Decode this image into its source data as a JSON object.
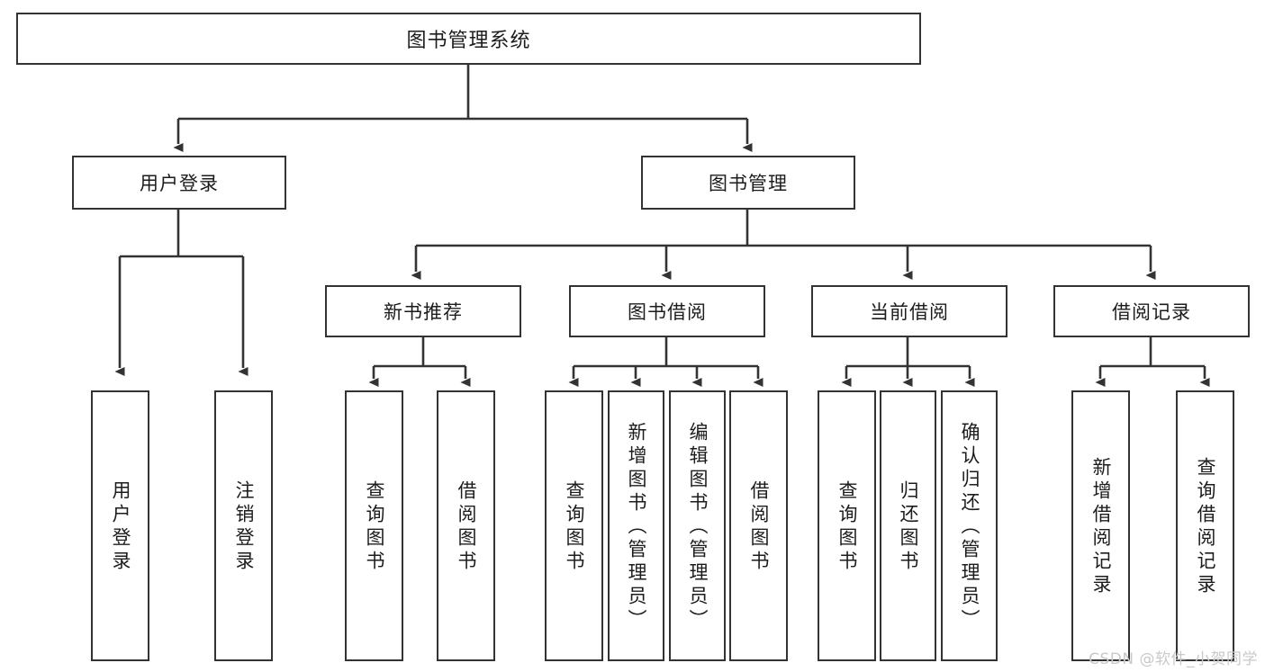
{
  "diagram": {
    "kind": "function-tree",
    "title": "图书管理系统",
    "watermark": "CSDN @软件_小贺同学",
    "colors": {
      "border": "#333333",
      "background": "#ffffff",
      "text": "#1c1c1c",
      "watermark": "#c9c9c9"
    },
    "nodes": {
      "root": {
        "label": "图书管理系统"
      },
      "level2": [
        {
          "id": "user-login",
          "label": "用户登录"
        },
        {
          "id": "book-manage",
          "label": "图书管理"
        }
      ],
      "level3": [
        {
          "id": "new-book-recommend",
          "label": "新书推荐"
        },
        {
          "id": "book-borrow",
          "label": "图书借阅"
        },
        {
          "id": "current-borrow",
          "label": "当前借阅"
        },
        {
          "id": "borrow-record",
          "label": "借阅记录"
        }
      ],
      "leaves": [
        {
          "id": "leaf-user-login",
          "label": "用户登录",
          "parent": "user-login"
        },
        {
          "id": "leaf-logout",
          "label": "注销登录",
          "parent": "user-login"
        },
        {
          "id": "leaf-query-book-1",
          "label": "查询图书",
          "parent": "new-book-recommend"
        },
        {
          "id": "leaf-borrow-book-1",
          "label": "借阅图书",
          "parent": "new-book-recommend"
        },
        {
          "id": "leaf-query-book-2",
          "label": "查询图书",
          "parent": "book-borrow"
        },
        {
          "id": "leaf-add-book",
          "label": "新增图书（管理员）",
          "parent": "book-borrow"
        },
        {
          "id": "leaf-edit-book",
          "label": "编辑图书（管理员）",
          "parent": "book-borrow"
        },
        {
          "id": "leaf-borrow-book-2",
          "label": "借阅图书",
          "parent": "book-borrow"
        },
        {
          "id": "leaf-query-book-3",
          "label": "查询图书",
          "parent": "current-borrow"
        },
        {
          "id": "leaf-return-book",
          "label": "归还图书",
          "parent": "current-borrow"
        },
        {
          "id": "leaf-confirm-return",
          "label": "确认归还（管理员）",
          "parent": "current-borrow"
        },
        {
          "id": "leaf-add-record",
          "label": "新增借阅记录",
          "parent": "borrow-record"
        },
        {
          "id": "leaf-query-record",
          "label": "查询借阅记录",
          "parent": "borrow-record"
        }
      ]
    }
  }
}
